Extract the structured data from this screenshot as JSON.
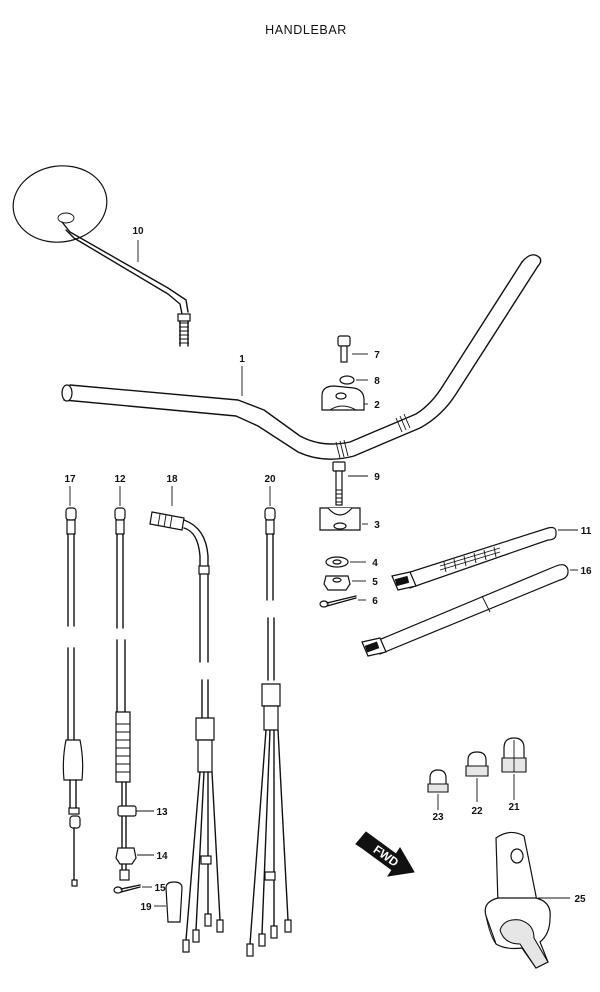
{
  "title": "HANDLEBAR",
  "direction_label": "FWD",
  "callouts": {
    "handlebar": "1",
    "clamp_upper": "2",
    "clamp_lower": "3",
    "washer": "4",
    "nut": "5",
    "cotter_pin": "6",
    "clamp_bolt": "7",
    "lock_washer": "8",
    "stud_bolt": "9",
    "mirror": "10",
    "band_11": "11",
    "cable_12": "12",
    "adjuster": "13",
    "adjuster_nut": "14",
    "pin_15": "15",
    "band_16": "16",
    "cable_17": "17",
    "cable_18": "18",
    "boot": "19",
    "cable_20": "20",
    "clamp_21": "21",
    "clamp_22": "22",
    "clamp_23": "23",
    "guide_25": "25"
  }
}
